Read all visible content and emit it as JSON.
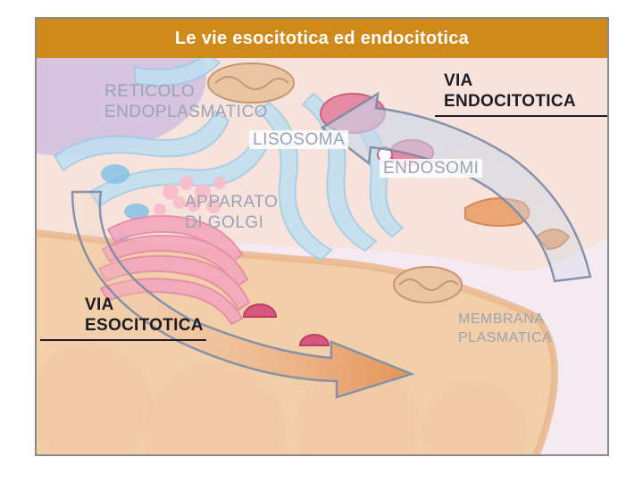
{
  "title": "Le vie esocitotica ed endocitotica",
  "labels": {
    "reticolo_line1": "RETICOLO",
    "reticolo_line2": "ENDOPLASMATICO",
    "lisosoma": "LISOSOMA",
    "endosomi": "ENDOSOMI",
    "golgi_line1": "APPARATO",
    "golgi_line2": "DI GOLGI",
    "endo_line1": "VIA",
    "endo_line2": "ENDOCITOTICA",
    "eso_line1": "VIA",
    "eso_line2": "ESOCITOTICA",
    "membrana_line1": "MEMBRANA",
    "membrana_line2": "PLASMATICA"
  },
  "colors": {
    "title_bar": "#d08a1a",
    "background": "#f6eaf2",
    "cytoplasm": "#f7dcc8",
    "membrane": "#eec298",
    "reticulum": "#bfe0f2",
    "golgi": "#f3a8bd",
    "vesicle": "#d9577e",
    "endosome": "#e9a06a",
    "arrow": "#e28a4a"
  }
}
